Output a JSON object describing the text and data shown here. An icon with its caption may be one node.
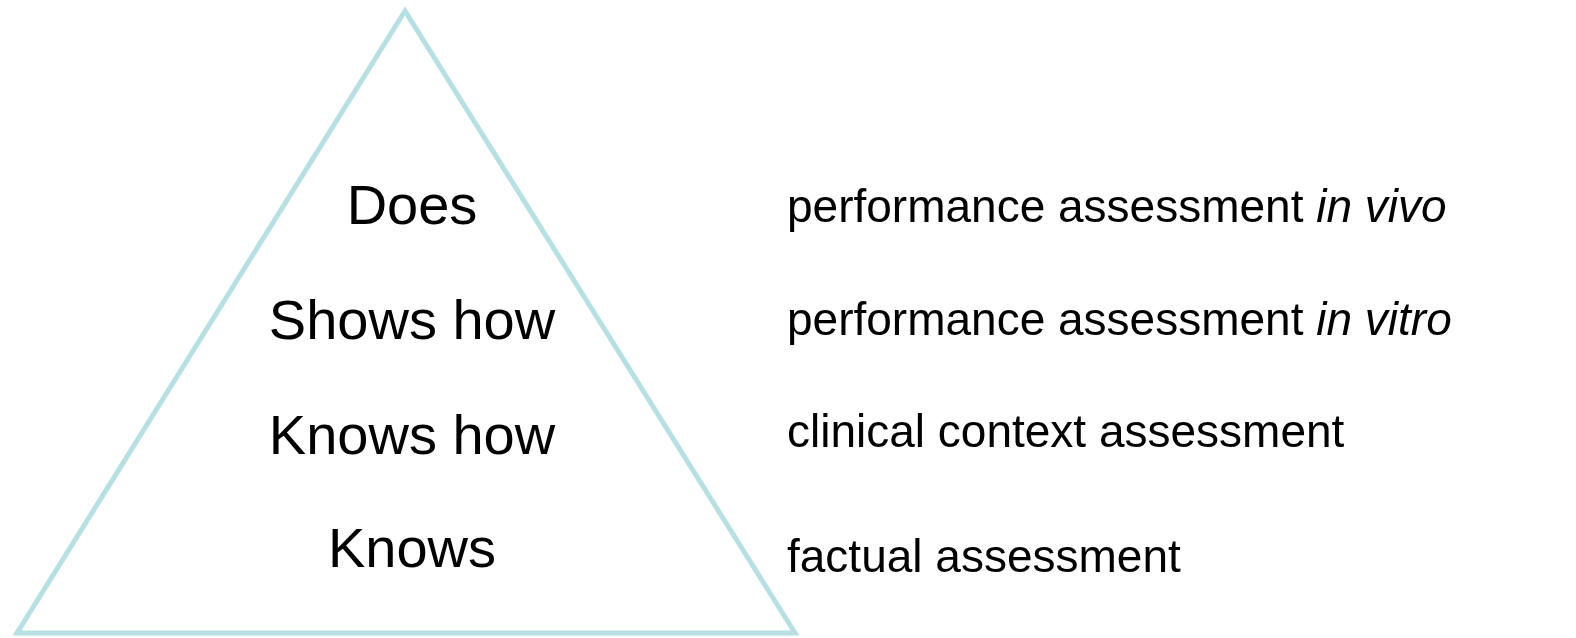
{
  "diagram": {
    "nodes": [
      {
        "text": [
          "Does",
          "Shows how",
          "Knows how",
          "Knows"
        ]
      }
    ],
    "labels": [
      "performance assessment *in vivo*",
      "performance assessment *in vitro*",
      "clinical context assessment",
      "factual assessment"
    ]
  }
}
